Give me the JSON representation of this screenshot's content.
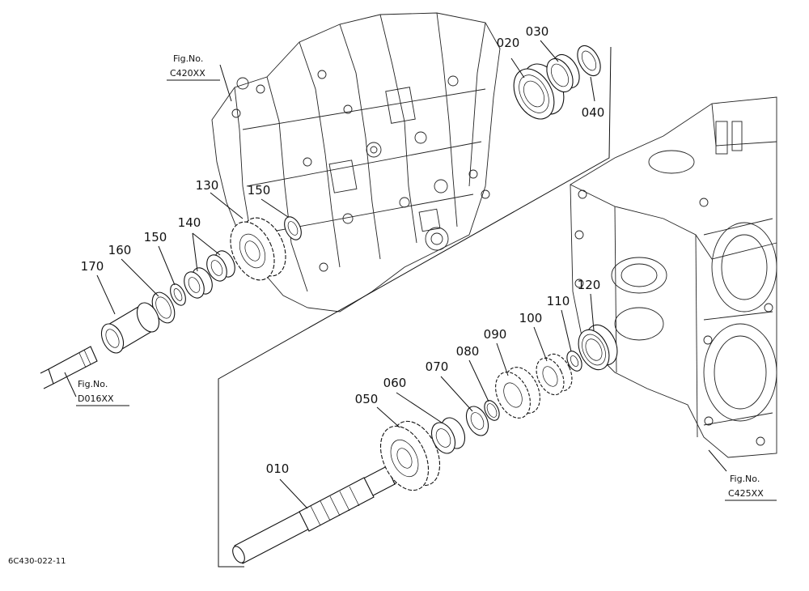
{
  "part_labels": [
    "010",
    "020",
    "030",
    "040",
    "050",
    "060",
    "070",
    "080",
    "090",
    "100",
    "110",
    "120",
    "130",
    "140",
    "150",
    "150",
    "160",
    "170"
  ],
  "figure_refs": [
    {
      "line1": "Fig.No.",
      "line2": "C420XX"
    },
    {
      "line1": "Fig.No.",
      "line2": "D016XX"
    },
    {
      "line1": "Fig.No.",
      "line2": "C425XX"
    }
  ],
  "drawing_code": "6C430-022-11"
}
